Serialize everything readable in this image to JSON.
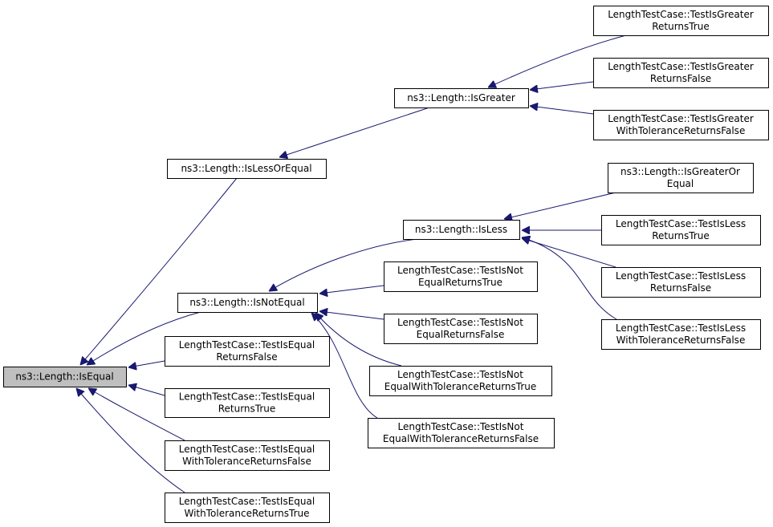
{
  "nodes": [
    {
      "id": "isequal",
      "lines": [
        "ns3::Length::IsEqual"
      ],
      "focus": true
    },
    {
      "id": "islessorequal",
      "lines": [
        "ns3::Length::IsLessOrEqual"
      ]
    },
    {
      "id": "isnotequal",
      "lines": [
        "ns3::Length::IsNotEqual"
      ]
    },
    {
      "id": "t_eq_rf",
      "lines": [
        "LengthTestCase::TestIsEqual",
        "ReturnsFalse"
      ]
    },
    {
      "id": "t_eq_rt",
      "lines": [
        "LengthTestCase::TestIsEqual",
        "ReturnsTrue"
      ]
    },
    {
      "id": "t_eq_wtrf",
      "lines": [
        "LengthTestCase::TestIsEqual",
        "WithToleranceReturnsFalse"
      ]
    },
    {
      "id": "t_eq_wtrt",
      "lines": [
        "LengthTestCase::TestIsEqual",
        "WithToleranceReturnsTrue"
      ]
    },
    {
      "id": "isgreater",
      "lines": [
        "ns3::Length::IsGreater"
      ]
    },
    {
      "id": "isless",
      "lines": [
        "ns3::Length::IsLess"
      ]
    },
    {
      "id": "t_ne_rt",
      "lines": [
        "LengthTestCase::TestIsNot",
        "EqualReturnsTrue"
      ]
    },
    {
      "id": "t_ne_rf",
      "lines": [
        "LengthTestCase::TestIsNot",
        "EqualReturnsFalse"
      ]
    },
    {
      "id": "t_ne_wtrt",
      "lines": [
        "LengthTestCase::TestIsNot",
        "EqualWithToleranceReturnsTrue"
      ]
    },
    {
      "id": "t_ne_wtrf",
      "lines": [
        "LengthTestCase::TestIsNot",
        "EqualWithToleranceReturnsFalse"
      ]
    },
    {
      "id": "t_gt_rt",
      "lines": [
        "LengthTestCase::TestIsGreater",
        "ReturnsTrue"
      ]
    },
    {
      "id": "t_gt_rf",
      "lines": [
        "LengthTestCase::TestIsGreater",
        "ReturnsFalse"
      ]
    },
    {
      "id": "t_gt_wtrf",
      "lines": [
        "LengthTestCase::TestIsGreater",
        "WithToleranceReturnsFalse"
      ]
    },
    {
      "id": "isgreaterorequal",
      "lines": [
        "ns3::Length::IsGreaterOr",
        "Equal"
      ]
    },
    {
      "id": "t_lt_rt",
      "lines": [
        "LengthTestCase::TestIsLess",
        "ReturnsTrue"
      ]
    },
    {
      "id": "t_lt_rf",
      "lines": [
        "LengthTestCase::TestIsLess",
        "ReturnsFalse"
      ]
    },
    {
      "id": "t_lt_wtrf",
      "lines": [
        "LengthTestCase::TestIsLess",
        "WithToleranceReturnsFalse"
      ]
    }
  ],
  "edges": [
    {
      "from": "islessorequal",
      "to": "isequal"
    },
    {
      "from": "isnotequal",
      "to": "isequal"
    },
    {
      "from": "t_eq_rf",
      "to": "isequal"
    },
    {
      "from": "t_eq_rt",
      "to": "isequal"
    },
    {
      "from": "t_eq_wtrf",
      "to": "isequal"
    },
    {
      "from": "t_eq_wtrt",
      "to": "isequal"
    },
    {
      "from": "isgreater",
      "to": "islessorequal"
    },
    {
      "from": "isless",
      "to": "isnotequal"
    },
    {
      "from": "t_ne_rt",
      "to": "isnotequal"
    },
    {
      "from": "t_ne_rf",
      "to": "isnotequal"
    },
    {
      "from": "t_ne_wtrt",
      "to": "isnotequal"
    },
    {
      "from": "t_ne_wtrf",
      "to": "isnotequal"
    },
    {
      "from": "t_gt_rt",
      "to": "isgreater"
    },
    {
      "from": "t_gt_rf",
      "to": "isgreater"
    },
    {
      "from": "t_gt_wtrf",
      "to": "isgreater"
    },
    {
      "from": "isgreaterorequal",
      "to": "isless"
    },
    {
      "from": "t_lt_rt",
      "to": "isless"
    },
    {
      "from": "t_lt_rf",
      "to": "isless"
    },
    {
      "from": "t_lt_wtrf",
      "to": "isless"
    }
  ],
  "colors": {
    "edge": "#191970",
    "focus_fill": "#bfbfbf",
    "box_stroke": "#000000"
  }
}
